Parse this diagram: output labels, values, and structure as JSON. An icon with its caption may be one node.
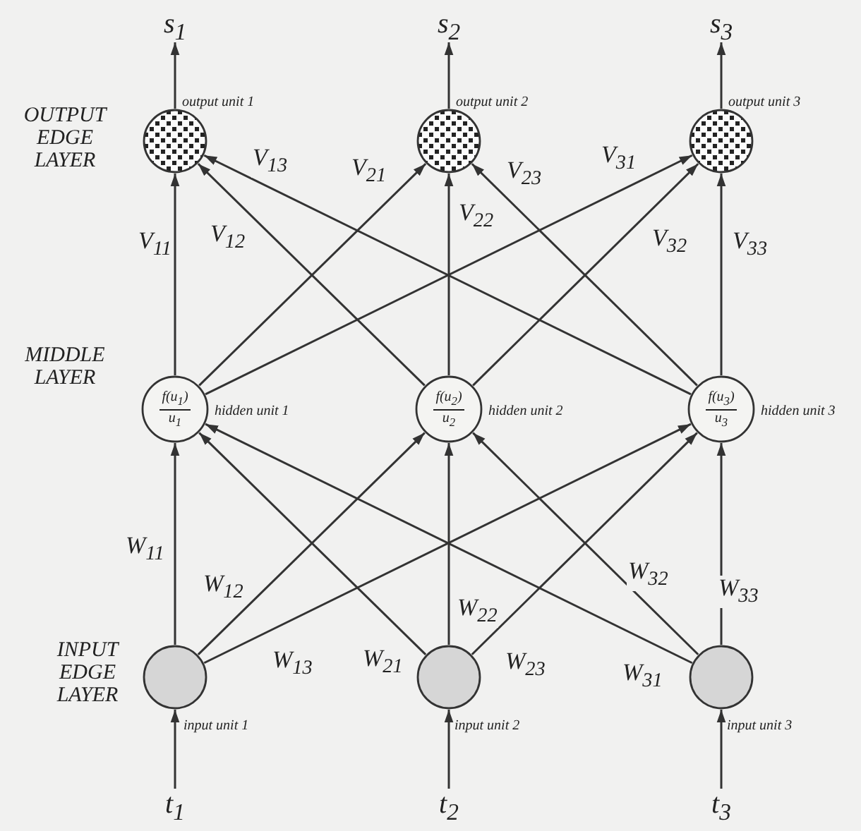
{
  "diagram": {
    "nodes": [
      {
        "text": [
          "s$_{1}$"
        ]
      },
      {
        "text": [
          "s$_{2}$"
        ]
      },
      {
        "text": [
          "s$_{3}$"
        ]
      },
      {
        "text": [],
        "shape": "circle",
        "beside": [
          "output unit 1"
        ]
      },
      {
        "text": [],
        "shape": "circle",
        "beside": [
          "output unit 2"
        ]
      },
      {
        "text": [],
        "shape": "circle",
        "beside": [
          "output unit 3"
        ]
      },
      {
        "text": [
          "f(u$_{1}$)",
          "u$_{1}$"
        ],
        "beside": [
          "hidden unit 1"
        ]
      },
      {
        "text": [
          "f(u$_{2}$)",
          "u$_{2}$"
        ],
        "beside": [
          "hidden unit 2"
        ]
      },
      {
        "text": [
          "f(u$_{3}$)",
          "u$_{3}$"
        ],
        "beside": [
          "hidden unit 3"
        ]
      },
      {
        "text": [],
        "shape": "circle",
        "beside": [
          "input unit 1"
        ]
      },
      {
        "text": [],
        "shape": "circle",
        "beside": [
          "input unit 2"
        ]
      },
      {
        "text": [],
        "shape": "circle",
        "beside": [
          "input unit 3"
        ]
      },
      {
        "text": [
          "t$_{1}$"
        ]
      },
      {
        "text": [
          "t$_{2}$"
        ]
      },
      {
        "text": [
          "t$_{3}$"
        ]
      }
    ],
    "edges": [
      {
        "from": 3,
        "to": 0,
        "arrow": "to"
      },
      {
        "from": 4,
        "to": 1,
        "arrow": "to"
      },
      {
        "from": 5,
        "to": 2,
        "arrow": "to"
      },
      {
        "from": 6,
        "to": 3,
        "arrow": "to",
        "label": "V$_{11}$"
      },
      {
        "from": 7,
        "to": 3,
        "arrow": "to",
        "label": "V$_{12}$"
      },
      {
        "from": 8,
        "to": 3,
        "arrow": "to",
        "label": "V$_{13}$"
      },
      {
        "from": 6,
        "to": 4,
        "arrow": "to",
        "label": "V$_{21}$"
      },
      {
        "from": 7,
        "to": 4,
        "arrow": "to",
        "label": "V$_{22}$"
      },
      {
        "from": 8,
        "to": 4,
        "arrow": "to",
        "label": "V$_{23}$"
      },
      {
        "from": 6,
        "to": 5,
        "arrow": "to",
        "label": "V$_{31}$"
      },
      {
        "from": 7,
        "to": 5,
        "arrow": "to",
        "label": "V$_{32}$"
      },
      {
        "from": 8,
        "to": 5,
        "arrow": "to",
        "label": "V$_{33}$"
      },
      {
        "from": 9,
        "to": 6,
        "arrow": "to",
        "label": "W$_{11}$"
      },
      {
        "from": 9,
        "to": 7,
        "arrow": "to",
        "label": "W$_{12}$"
      },
      {
        "from": 9,
        "to": 8,
        "arrow": "to",
        "label": "W$_{13}$"
      },
      {
        "from": 10,
        "to": 6,
        "arrow": "to",
        "label": "W$_{21}$"
      },
      {
        "from": 10,
        "to": 7,
        "arrow": "to",
        "label": "W$_{22}$"
      },
      {
        "from": 10,
        "to": 8,
        "arrow": "to",
        "label": "W$_{23}$"
      },
      {
        "from": 11,
        "to": 6,
        "arrow": "to",
        "label": "W$_{31}$"
      },
      {
        "from": 11,
        "to": 7,
        "arrow": "to",
        "label": "W$_{32}$"
      },
      {
        "from": 11,
        "to": 8,
        "arrow": "to",
        "label": "W$_{33}$"
      },
      {
        "from": 12,
        "to": 9,
        "arrow": "to"
      },
      {
        "from": 13,
        "to": 10,
        "arrow": "to"
      },
      {
        "from": 14,
        "to": 11,
        "arrow": "to"
      }
    ],
    "labels": [
      "OUTPUT EDGE LAYER",
      "MIDDLE LAYER",
      "INPUT EDGE LAYER"
    ]
  }
}
